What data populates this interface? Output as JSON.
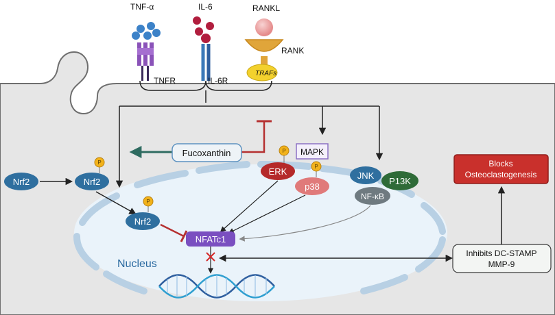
{
  "ligands": {
    "tnf": "TNF-α",
    "il6": "IL-6",
    "rankl": "RANKL"
  },
  "receptors": {
    "tnfr": "TNFR",
    "il6r": "IL-6R",
    "rank": "RANK",
    "trafs": "TRAFs"
  },
  "nodes": {
    "fucoxanthin": "Fucoxanthin",
    "mapk": "MAPK",
    "erk": "ERK",
    "p38": "p38",
    "jnk": "JNK",
    "p13k": "P13K",
    "nfkb": "NF-κB",
    "nrf2_cyto": "Nrf2",
    "nrf2_phos": "Nrf2",
    "nrf2_nuc": "Nrf2",
    "nfatc1": "NFATc1",
    "nucleus": "Nucleus",
    "phospho": "P"
  },
  "outcomes": {
    "inhibits_line1": "Inhibits DC-STAMP",
    "inhibits_line2": "MMP-9",
    "blocks_line1": "Blocks",
    "blocks_line2": "Osteoclastogenesis"
  },
  "colors": {
    "cell": "#e6e6e6",
    "membrane": "#6e6e6e",
    "nucleus_fill": "#eaf3fa",
    "nucleus_edge": "#b8d0e4",
    "blue_node": "#2f6f9f",
    "red_node": "#b52a2a",
    "pink_node": "#e07a7a",
    "green_node": "#2f6b38",
    "grey_node": "#6f7a80",
    "purple_node": "#7a4fc0",
    "teal_arrow": "#2e6b60",
    "inhibit_red": "#b53030",
    "phospho_fill": "#f2b21a",
    "dna1": "#2f5f9f",
    "dna2": "#2f9fd0"
  }
}
